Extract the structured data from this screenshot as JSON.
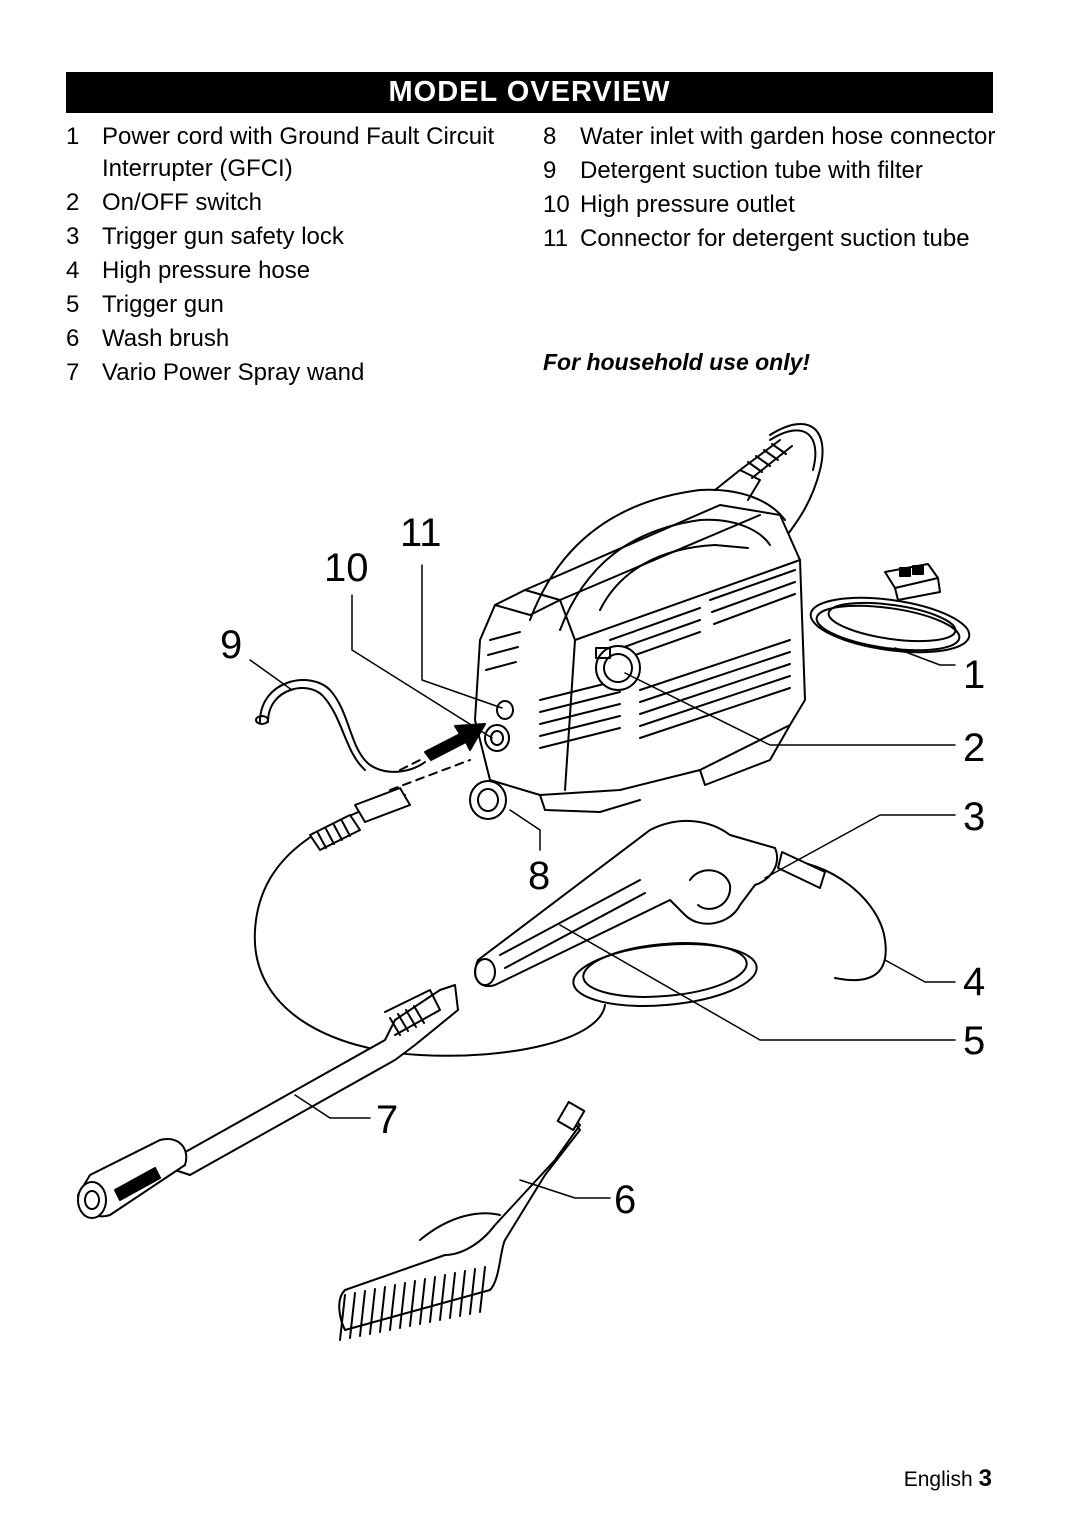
{
  "header": {
    "title": "MODEL OVERVIEW"
  },
  "parts_left": [
    {
      "num": "1",
      "text": "Power cord with Ground Fault Circuit Interrupter (GFCI)"
    },
    {
      "num": "2",
      "text": "On/OFF switch"
    },
    {
      "num": "3",
      "text": "Trigger gun safety lock"
    },
    {
      "num": "4",
      "text": "High pressure hose"
    },
    {
      "num": "5",
      "text": "Trigger gun"
    },
    {
      "num": "6",
      "text": "Wash brush"
    },
    {
      "num": "7",
      "text": "Vario Power Spray wand"
    }
  ],
  "parts_right": [
    {
      "num": "8",
      "text": "Water inlet with garden hose connector"
    },
    {
      "num": "9",
      "text": "Detergent suction tube with filter"
    },
    {
      "num": "10",
      "text": "High pressure outlet"
    },
    {
      "num": "11",
      "text": "Connector for detergent suction tube"
    }
  ],
  "note": "For household use only!",
  "callouts": [
    "1",
    "2",
    "3",
    "4",
    "5",
    "6",
    "7",
    "8",
    "9",
    "10",
    "11"
  ],
  "footer": {
    "language": "English",
    "page": "3"
  }
}
